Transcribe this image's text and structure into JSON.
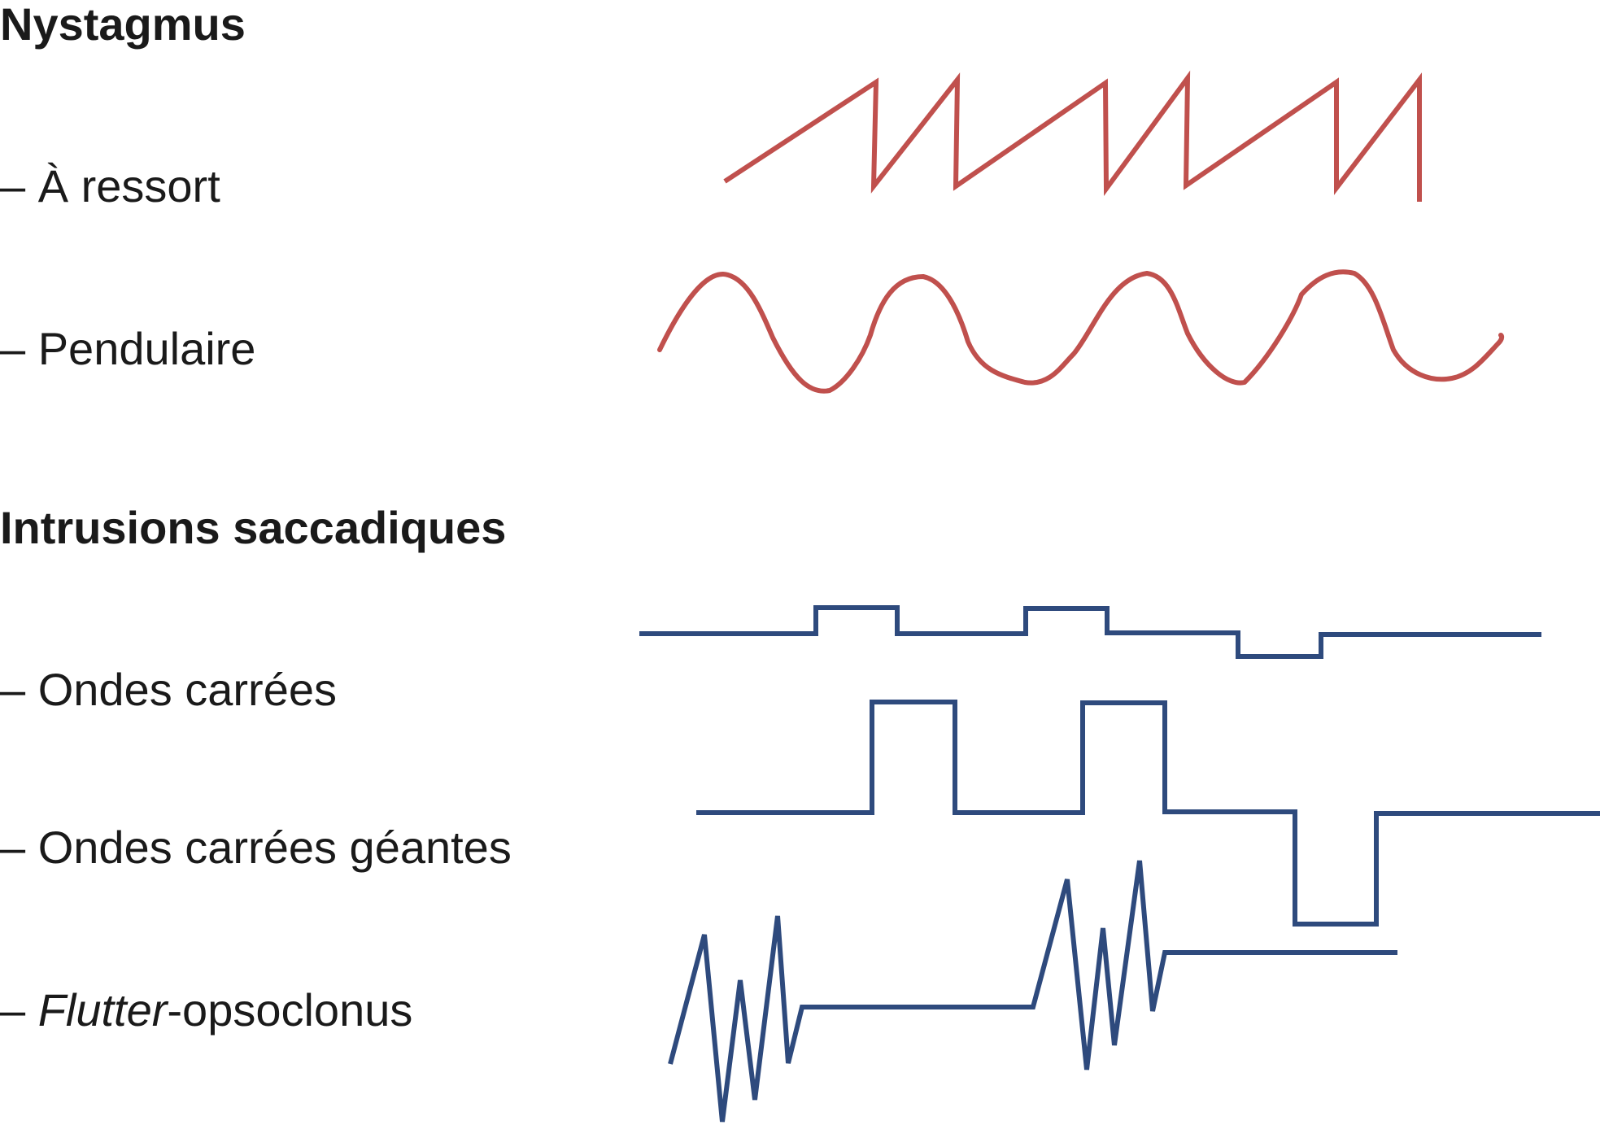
{
  "headings": {
    "nystagmus": "Nystagmus",
    "intrusions": "Intrusions saccadiques"
  },
  "labels": [
    {
      "dash": "– ",
      "italic": "",
      "text": "À ressort"
    },
    {
      "dash": "– ",
      "italic": "",
      "text": "Pendulaire"
    },
    {
      "dash": "– ",
      "italic": "",
      "text": "Ondes carrées"
    },
    {
      "dash": "– ",
      "italic": "",
      "text": "Ondes carrées géantes"
    },
    {
      "dash": "– ",
      "italic": "Flutter",
      "text": "-opsoclonus"
    }
  ],
  "colors": {
    "nystagmus": "#c0504d",
    "intrusions": "#2e4a7d",
    "text": "#1a1a1a"
  }
}
